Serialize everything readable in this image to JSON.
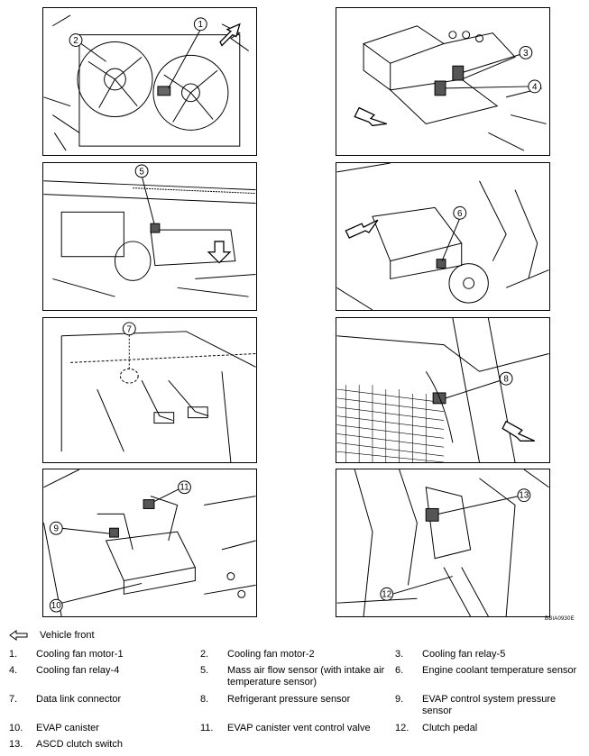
{
  "figure_code": "BBIA0930E",
  "front_label": "Vehicle front",
  "callouts": [
    "1",
    "2",
    "3",
    "4",
    "5",
    "6",
    "7",
    "8",
    "9",
    "10",
    "11",
    "12",
    "13"
  ],
  "legend": [
    {
      "num": "1.",
      "text": "Cooling fan motor-1"
    },
    {
      "num": "2.",
      "text": "Cooling fan motor-2"
    },
    {
      "num": "3.",
      "text": "Cooling fan relay-5"
    },
    {
      "num": "4.",
      "text": "Cooling fan relay-4"
    },
    {
      "num": "5.",
      "text": "Mass air flow sensor (with intake air temperature sensor)"
    },
    {
      "num": "6.",
      "text": "Engine coolant temperature sensor"
    },
    {
      "num": "7.",
      "text": "Data link connector"
    },
    {
      "num": "8.",
      "text": "Refrigerant pressure sensor"
    },
    {
      "num": "9.",
      "text": "EVAP control system pressure sensor"
    },
    {
      "num": "10.",
      "text": "EVAP canister"
    },
    {
      "num": "11.",
      "text": "EVAP canister vent control valve"
    },
    {
      "num": "12.",
      "text": "Clutch pedal"
    },
    {
      "num": "13.",
      "text": "ASCD clutch switch"
    }
  ]
}
